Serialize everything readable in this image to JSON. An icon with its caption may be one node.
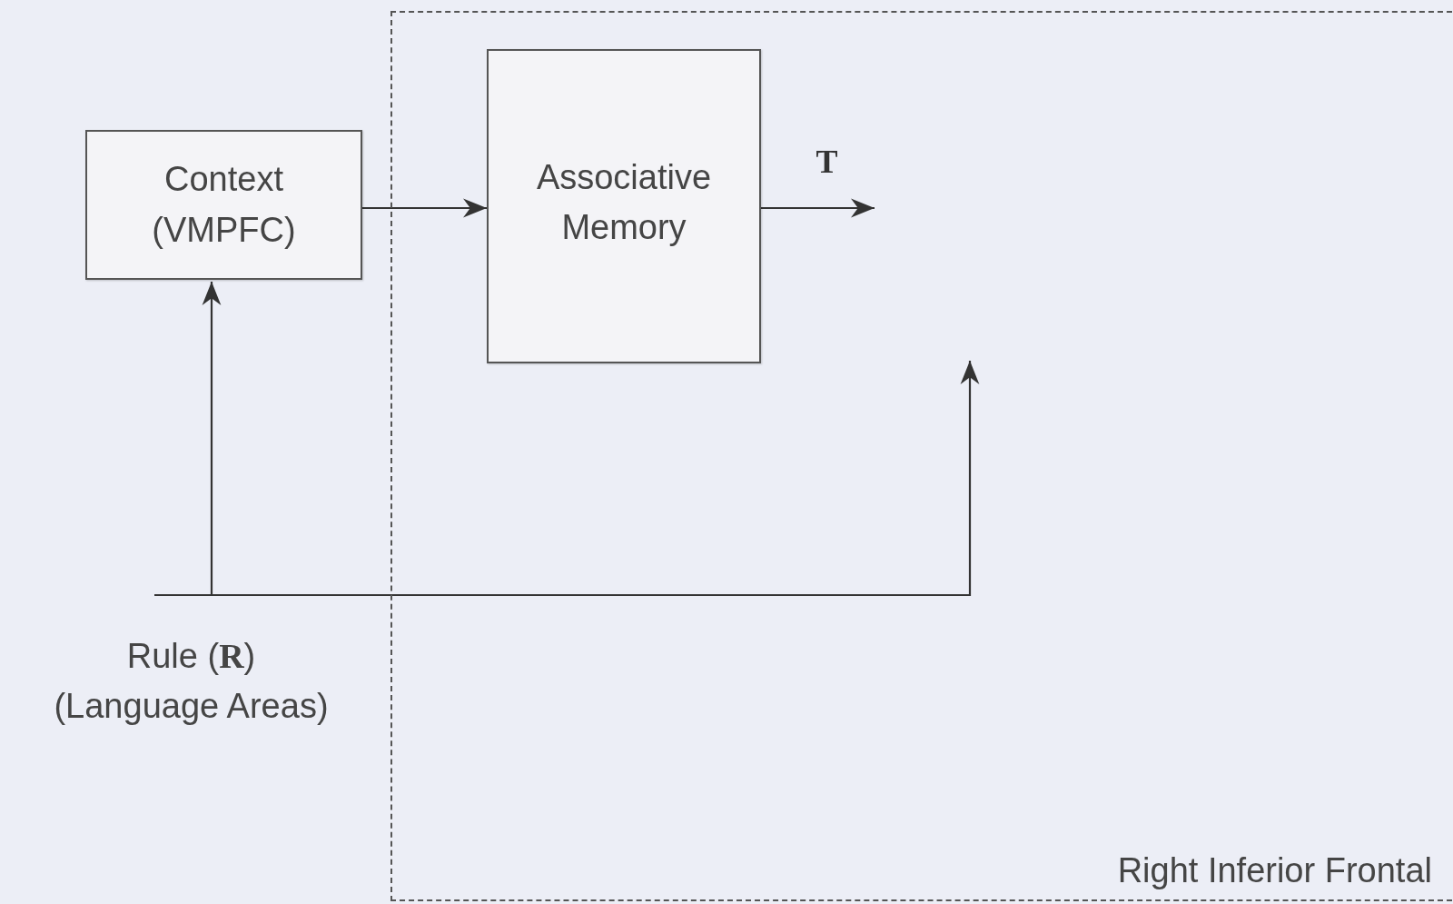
{
  "diagram": {
    "nodes": [
      {
        "text": [
          "Right Inferior Frontal"
        ]
      },
      {
        "text": [
          "Context (VMPFC)"
        ]
      },
      {
        "text": [
          "Associative Memory"
        ],
        "in": 0
      },
      {
        "text": [
          "Rule (**R**) (Language Areas)"
        ]
      }
    ],
    "edges": [
      {
        "from": 1,
        "to": 2,
        "arrow": "to"
      },
      {
        "from": 2,
        "to": null,
        "arrow": "to",
        "label": "T"
      },
      {
        "from": 3,
        "to": 1,
        "arrow": "to"
      },
      {
        "from": 3,
        "to": null,
        "arrow": "to"
      }
    ]
  }
}
